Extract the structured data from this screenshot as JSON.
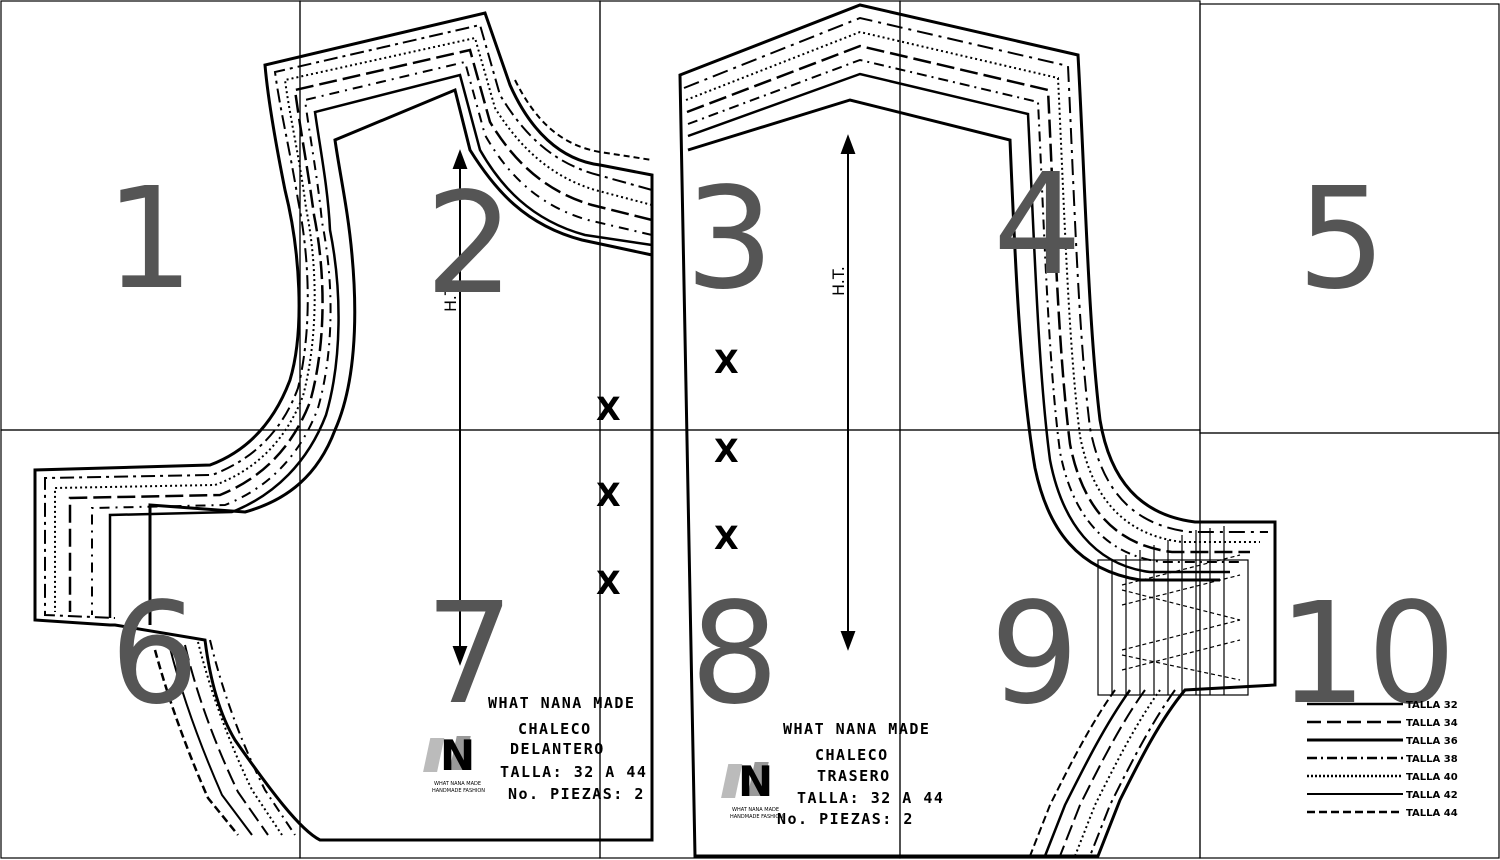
{
  "tiles": [
    "1",
    "2",
    "3",
    "4",
    "5",
    "6",
    "7",
    "8",
    "9",
    "10"
  ],
  "grain_label": "H.T.",
  "notch_mark": "X",
  "front": {
    "brand": "WHAT NANA MADE",
    "line1": "CHALECO",
    "line2": "DELANTERO",
    "line3": "TALLA: 32 A 44",
    "line4": "No. PIEZAS: 2"
  },
  "back": {
    "brand": "WHAT NANA MADE",
    "line1": "CHALECO",
    "line2": "TRASERO",
    "line3": "TALLA: 32 A 44",
    "line4": "No. PIEZAS: 2"
  },
  "logo": {
    "letter": "N",
    "name": "WHAT NANA MADE",
    "tagline": "HANDMADE FASHION"
  },
  "legend": [
    {
      "label": "TALLA 32",
      "style": "solid"
    },
    {
      "label": "TALLA 34",
      "style": "long-dash"
    },
    {
      "label": "TALLA 36",
      "style": "solid-thick"
    },
    {
      "label": "TALLA 38",
      "style": "dash-dot"
    },
    {
      "label": "TALLA 40",
      "style": "dotted"
    },
    {
      "label": "TALLA 42",
      "style": "solid"
    },
    {
      "label": "TALLA 44",
      "style": "dash"
    }
  ]
}
